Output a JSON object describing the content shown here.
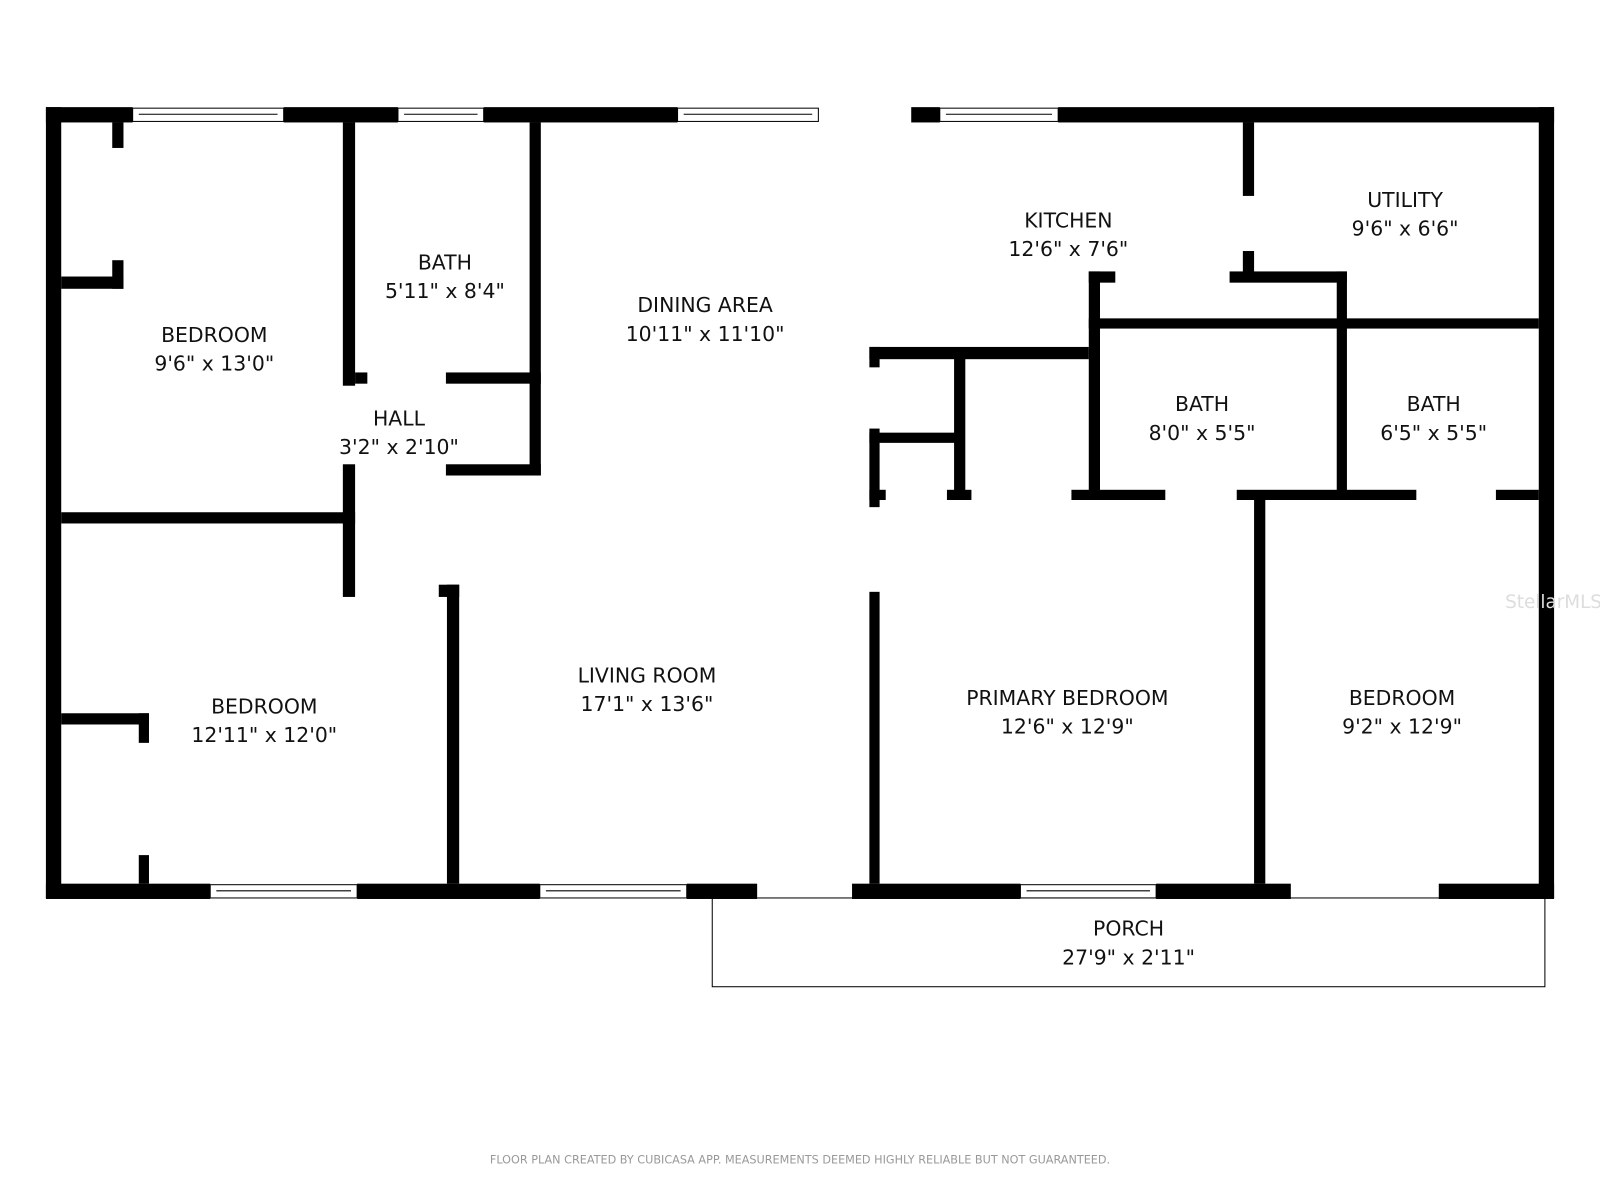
{
  "rooms": [
    {
      "name": "BEDROOM",
      "size": "9'6\" x 13'0\""
    },
    {
      "name": "BATH",
      "size": "5'11\" x 8'4\""
    },
    {
      "name": "HALL",
      "size": "3'2\" x 2'10\""
    },
    {
      "name": "DINING AREA",
      "size": "10'11\" x 11'10\""
    },
    {
      "name": "KITCHEN",
      "size": "12'6\" x 7'6\""
    },
    {
      "name": "UTILITY",
      "size": "9'6\" x 6'6\""
    },
    {
      "name": "BATH",
      "size": "8'0\" x 5'5\""
    },
    {
      "name": "BATH",
      "size": "6'5\" x 5'5\""
    },
    {
      "name": "BEDROOM",
      "size": "12'11\" x 12'0\""
    },
    {
      "name": "LIVING ROOM",
      "size": "17'1\" x 13'6\""
    },
    {
      "name": "PRIMARY BEDROOM",
      "size": "12'6\" x 12'9\""
    },
    {
      "name": "BEDROOM",
      "size": "9'2\" x 12'9\""
    },
    {
      "name": "PORCH",
      "size": "27'9\" x 2'11\""
    }
  ],
  "watermark": "StellarMLS",
  "footer": "FLOOR PLAN CREATED BY CUBICASA APP. MEASUREMENTS DEEMED HIGHLY RELIABLE BUT NOT GUARANTEED.",
  "colors": {
    "wall": "#000000",
    "background": "#ffffff"
  }
}
